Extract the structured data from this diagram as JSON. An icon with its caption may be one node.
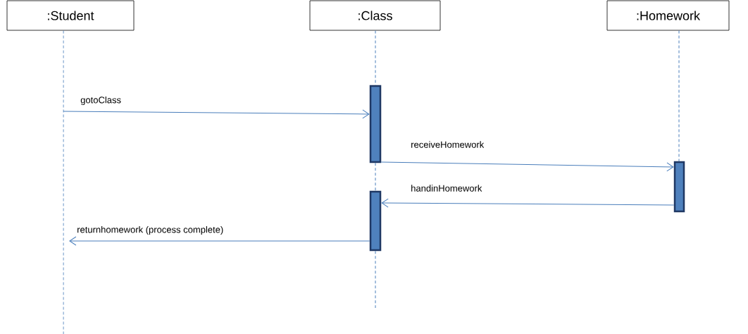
{
  "diagram": {
    "nodes": [
      {
        "text": [
          ":Student"
        ]
      },
      {
        "text": [
          ":Class"
        ]
      },
      {
        "text": [
          ":Homework"
        ]
      },
      {
        "text": [],
        "shape": "bar"
      },
      {
        "text": [],
        "shape": "bar"
      },
      {
        "text": [],
        "shape": "bar"
      }
    ],
    "edges": [
      {
        "from": null,
        "to": 3,
        "arrow": "to",
        "label": "gotoClass"
      },
      {
        "from": 3,
        "to": 4,
        "arrow": "to",
        "label": "receiveHomework"
      },
      {
        "from": 4,
        "to": 5,
        "arrow": "to",
        "label": "handinHomework"
      },
      {
        "from": 5,
        "to": null,
        "arrow": "to",
        "label": "returnhomework (process complete)"
      },
      {
        "from": 0,
        "to": null,
        "arrow": "none",
        "style": "dashed"
      },
      {
        "from": 1,
        "to": 3,
        "arrow": "none",
        "style": "dashed"
      },
      {
        "from": 3,
        "to": 5,
        "arrow": "none",
        "style": "dashed"
      },
      {
        "from": 5,
        "to": null,
        "arrow": "none",
        "style": "dashed"
      },
      {
        "from": 2,
        "to": 4,
        "arrow": "none",
        "style": "dashed"
      }
    ]
  }
}
